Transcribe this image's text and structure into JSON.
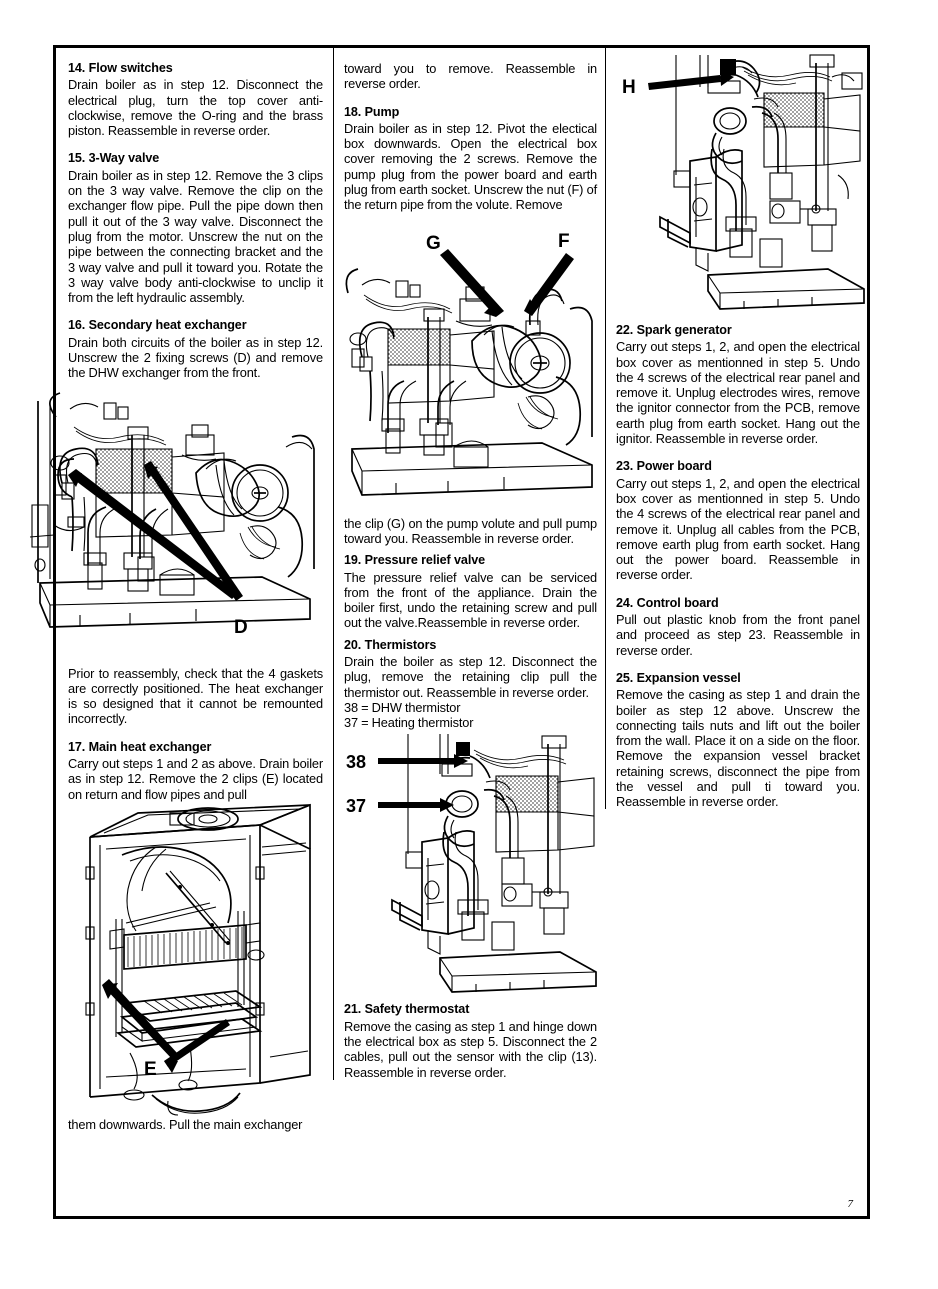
{
  "document": {
    "page_number": "7",
    "type": "boiler service manual page"
  },
  "column1": {
    "sections": [
      {
        "heading": "14. Flow switches",
        "body": "Drain boiler as in step 12. Disconnect the electrical plug, turn the top cover anti-clockwise, remove the O-ring and the brass piston. Reassemble in reverse order."
      },
      {
        "heading": "15. 3-Way valve",
        "body": "Drain boiler as in step 12. Remove the 3 clips on the 3 way valve. Remove the clip on the exchanger flow pipe. Pull the pipe down then pull it out of the 3 way valve. Disconnect the plug from the motor. Unscrew the nut on the pipe between the connecting bracket and the 3 way valve and pull it toward you. Rotate the 3 way valve body anti-clockwise to unclip it from the left hydraulic assembly."
      },
      {
        "heading": "16. Secondary heat exchanger",
        "body": "Drain both circuits of the boiler as in step 12. Unscrew the 2 fixing screws (D) and remove the DHW exchanger from the front."
      }
    ],
    "figure_d": {
      "name": "secondary-heat-exchanger-photo",
      "callout": "D",
      "caption": ""
    },
    "note": "Prior to reassembly, check that the 4 gaskets are correctly positioned. The heat exchanger is so designed that it cannot be remounted incorrectly.",
    "section17": {
      "heading": "17. Main heat exchanger",
      "body": "Carry out steps 1 and 2 as above. Drain boiler as in step 12.  Remove the 2 clips (E) located on return and flow pipes and pull"
    },
    "figure_e": {
      "name": "main-heat-exchanger-photo",
      "callout": "E"
    },
    "tail": "them downwards. Pull the main exchanger"
  },
  "column2": {
    "continuation_top": "toward you to remove. Reassemble in reverse order.",
    "section18": {
      "heading": "18. Pump",
      "body": "Drain boiler as in step 12. Pivot the electical box downwards. Open the electrical box cover removing the 2 screws. Remove the pump plug from the power board and earth plug from earth socket. Unscrew the nut (F) of the return pipe from the volute. Remove"
    },
    "figure_gf": {
      "name": "pump-assembly-photo",
      "callouts": [
        "G",
        "F"
      ]
    },
    "continuation_mid": "the clip (G)  on the pump volute and pull pump toward you. Reassemble in reverse order.",
    "section19": {
      "heading": "19. Pressure relief valve",
      "body": "The pressure relief valve can be serviced from the front of the appliance. Drain the boiler first, undo the retaining screw and pull out the valve.Reassemble in reverse order."
    },
    "section20": {
      "heading": "20. Thermistors",
      "body": "Drain the boiler as step 12. Disconnect the plug, remove the retaining clip pull the thermistor out. Reassemble in reverse order.",
      "legend": [
        "38 = DHW thermistor",
        "37 = Heating thermistor"
      ]
    },
    "figure_thermistors": {
      "name": "thermistors-photo",
      "callouts": [
        "38",
        "37"
      ]
    },
    "section21": {
      "heading": "21. Safety thermostat",
      "body": "Remove the casing as step 1 and hinge down the electrical box as step 5. Disconnect the 2 cables, pull out the sensor with the clip (13). Reassemble in reverse order."
    }
  },
  "column3": {
    "figure_h": {
      "name": "hydraulic-group-photo",
      "callout": "H"
    },
    "section22": {
      "heading": "22. Spark generator",
      "body": "Carry out steps 1, 2, and open the electrical box cover as mentionned in step 5. Undo the 4 screws of the electrical rear panel and remove it. Unplug electrodes wires, remove the ignitor connector from the PCB, remove earth plug from earth socket. Hang out the ignitor. Reassemble in reverse order."
    },
    "section23": {
      "heading": "23. Power board",
      "body": "Carry out steps 1, 2, and open the electrical box cover as mentionned in step 5. Undo the 4 screws of the electrical rear panel and remove it. Unplug all cables  from the PCB, remove earth plug from earth socket. Hang out the power board. Reassemble in reverse order."
    },
    "section24": {
      "heading": "24. Control board",
      "body": "Pull out plastic knob from the front panel and proceed as step 23. Reassemble in reverse order."
    },
    "section25": {
      "heading": "25. Expansion vessel",
      "body": "Remove the casing as step 1 and drain the boiler as step 12 above. Unscrew the connecting tails nuts and lift out the boiler from the wall. Place it on a side on the floor. Remove the expansion vessel bracket retaining screws, disconnect the pipe from the vessel and pull ti toward you. Reassemble in reverse order."
    }
  },
  "colors": {
    "ink": "#000000",
    "paper": "#ffffff",
    "shading": "#b9b9b9"
  }
}
